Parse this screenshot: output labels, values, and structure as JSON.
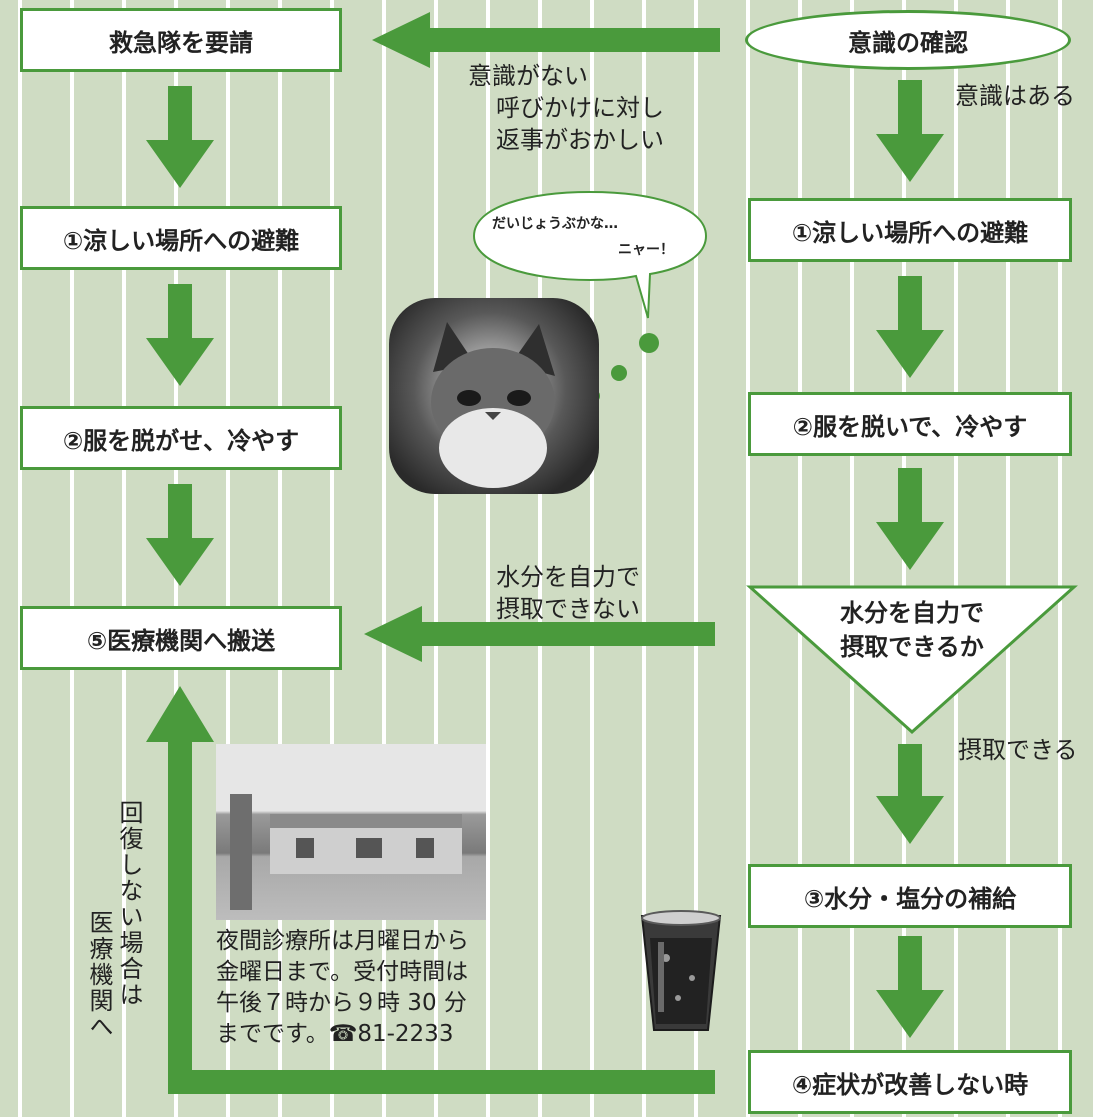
{
  "nodes": {
    "call_ambulance": "救急隊を要請",
    "check_consciousness": "意識の確認",
    "left_evacuate": "①涼しい場所への避難",
    "left_undress": "②服を脱がせ、冷やす",
    "left_transport": "⑤医療機関へ搬送",
    "right_evacuate": "①涼しい場所への避難",
    "right_undress": "②服を脱いで、冷やす",
    "decision": [
      "水分を自力で",
      "摂取できるか"
    ],
    "hydrate": "③水分・塩分の補給",
    "no_improve": "④症状が改善しない時"
  },
  "edge_labels": {
    "unconscious": "意識がない",
    "odd_response": [
      "呼びかけに対し",
      "返事がおかしい"
    ],
    "conscious": "意識はある",
    "cannot_drink": [
      "水分を自力で",
      "摂取できない"
    ],
    "can_drink": "摂取できる",
    "not_recovered": [
      "回復しない場合は",
      "医療機関へ"
    ]
  },
  "speech_bubble": {
    "line1": "だいじょうぶかな…",
    "line2": "ニャー！"
  },
  "clinic_caption": [
    "夜間診療所は月曜日から",
    "金曜日まで。受付時間は",
    "午後７時から９時 30 分",
    "までです。☎81-2233"
  ],
  "colors": {
    "arrow": "#4a9a3c",
    "border": "#4a9a3c",
    "background": "#cfdcc3"
  }
}
